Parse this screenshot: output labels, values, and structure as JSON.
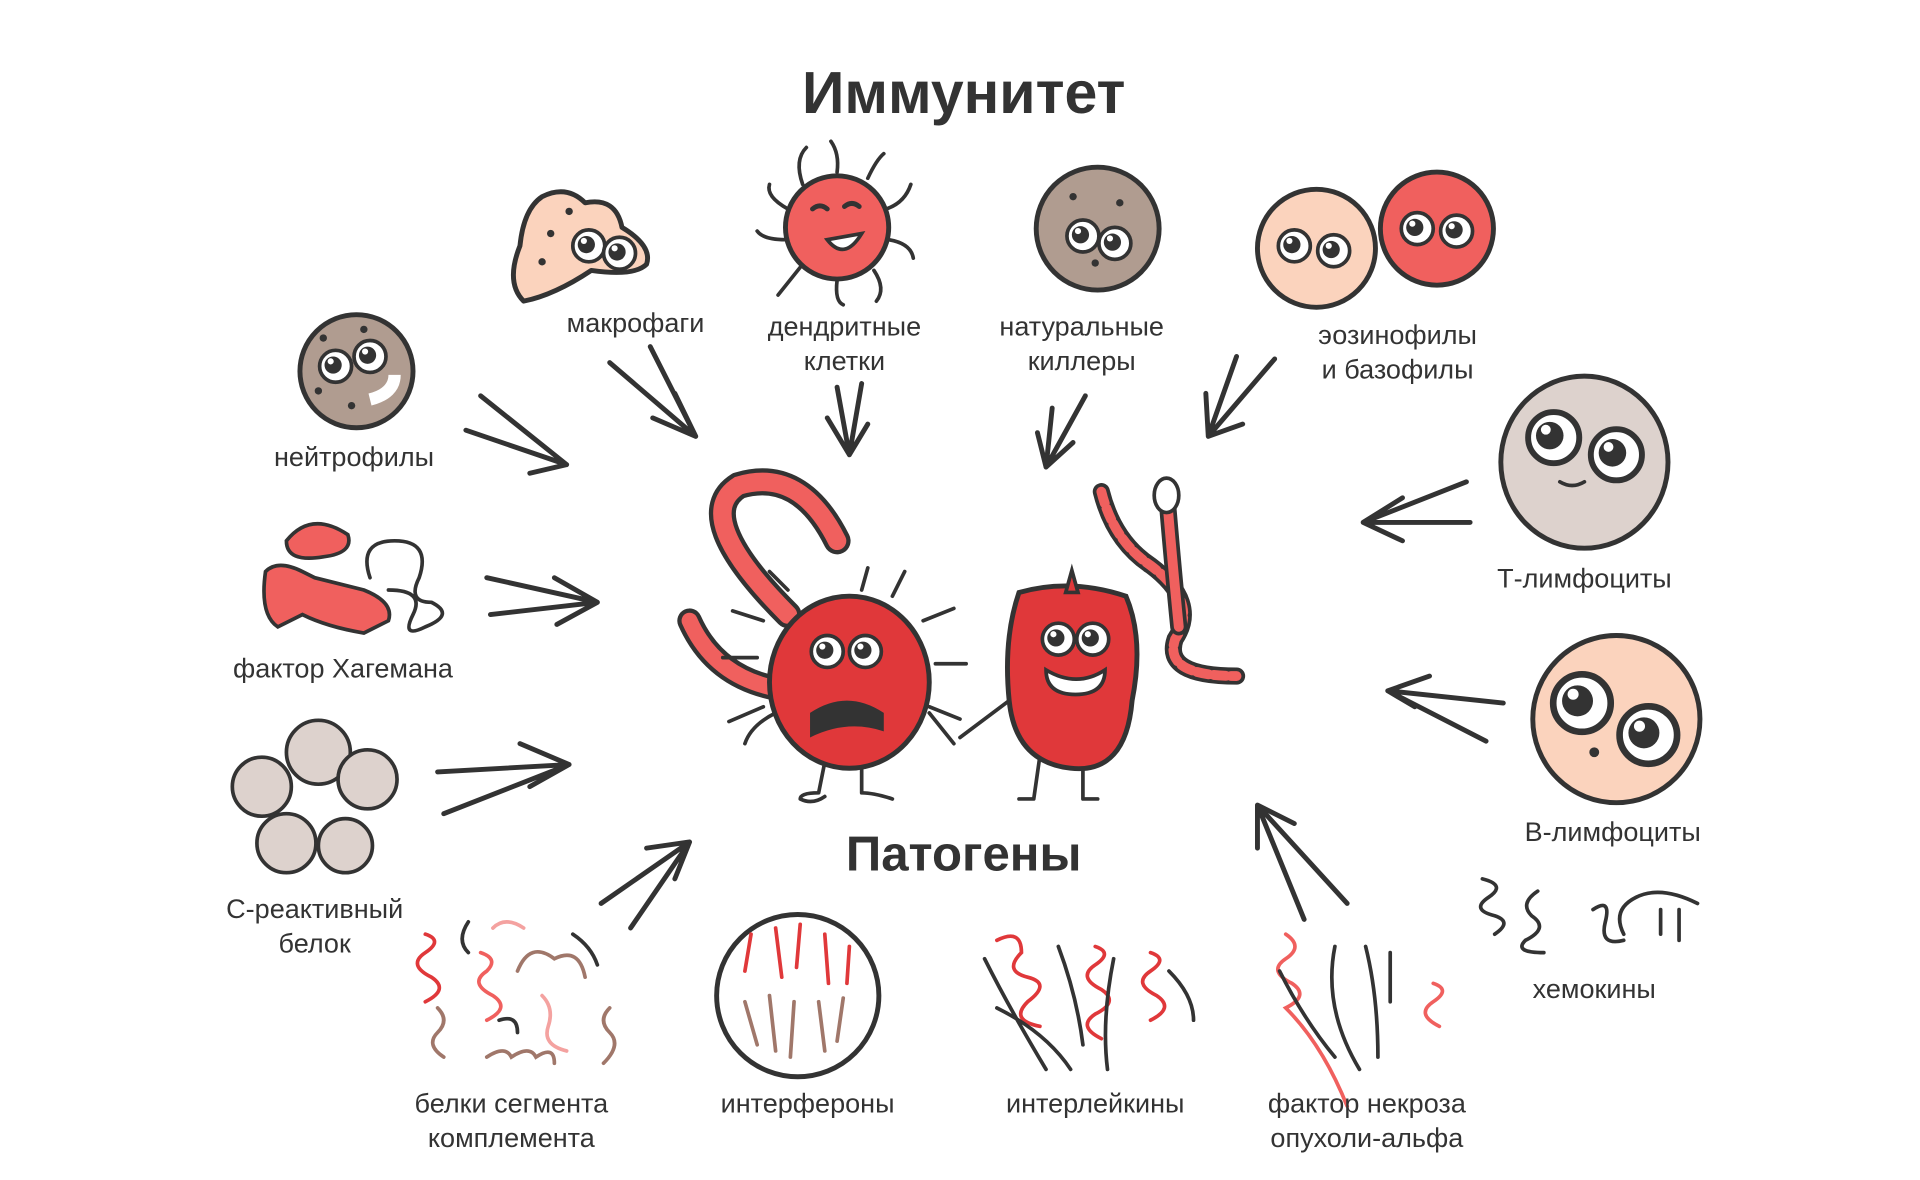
{
  "title": "Иммунитет",
  "center_label": "Патогены",
  "colors": {
    "red": "#e0383a",
    "pink": "#f4a2a0",
    "peach": "#fbd3bd",
    "brown": "#b09c90",
    "grey": "#ddd2cd",
    "ink": "#333333"
  },
  "immune_cells": [
    {
      "lines": [
        "макрофаги"
      ]
    },
    {
      "lines": [
        "дендритные",
        "клетки"
      ]
    },
    {
      "lines": [
        "натуральные",
        "киллеры"
      ]
    },
    {
      "lines": [
        "эозинофилы",
        "и базофилы"
      ]
    },
    {
      "lines": [
        "нейтрофилы"
      ]
    },
    {
      "lines": [
        "Т-лимфоциты"
      ]
    },
    {
      "lines": [
        "фактор Хагемана"
      ]
    },
    {
      "lines": [
        "В-лимфоциты"
      ]
    },
    {
      "lines": [
        "С-реактивный",
        "белок"
      ]
    },
    {
      "lines": [
        "хемокины"
      ]
    },
    {
      "lines": [
        "белки сегмента",
        "комплемента"
      ]
    },
    {
      "lines": [
        "интерфероны"
      ]
    },
    {
      "lines": [
        "интерлейкины"
      ]
    },
    {
      "lines": [
        "фактор некроза",
        "опухоли-альфа"
      ]
    }
  ]
}
